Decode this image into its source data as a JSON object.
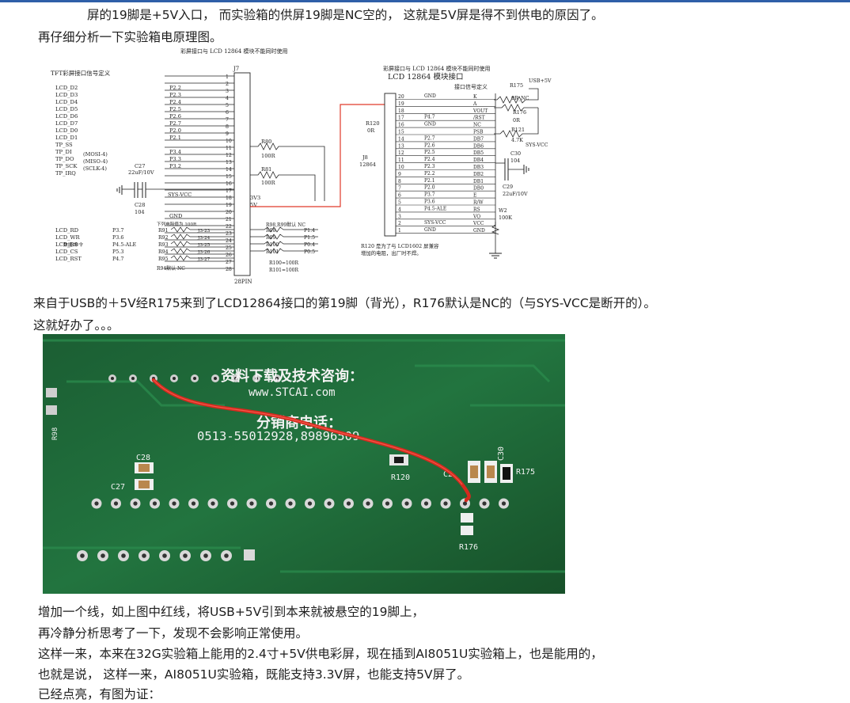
{
  "text": {
    "line1": "屏的19脚是+5V入口，  而实验箱的供屏19脚是NC空的，  这就是5V屏是得不到供电的原因了。",
    "line2": "再仔细分析一下实验箱电原理图。",
    "line3": "来自于USB的＋5V经R175来到了LCD12864接口的第19脚（背光），R176默认是NC的（与SYS-VCC是断开的）。",
    "line4": "这就好办了。。。",
    "line5": "增加一个线，如上图中红线，将USB+5V引到本来就被悬空的19脚上，",
    "line6": "再冷静分析思考了一下，发现不会影响正常使用。",
    "line7": "这样一来，本来在32G实验箱上能用的2.4寸+5V供电彩屏，现在插到AI8051U实验箱上，也是能用的，",
    "line8": "也就是说，  这样一来，AI8051U实验箱，既能支持3.3V屏，也能支持5V屏了。",
    "line9": "已经点亮，有图为证："
  },
  "schematic": {
    "title_left": "彩屏接口与 LCD 12864 模块不能同时使用",
    "title_right": "彩屏接口与 LCD 12864 模块不能同时使用",
    "tft_def": "TFT彩屏接口信号定义",
    "lcd_name": "LCD 12864 模块接口",
    "lcd_def": "接口信号定义",
    "j7": "J7",
    "j7_pin": "28PIN",
    "j8": "J8",
    "j8_sub": "12864",
    "r80": "R80",
    "r80v": "100R",
    "r81": "R81",
    "r81v": "100R",
    "c27": "C27",
    "c27v": "22uF/10V",
    "c28": "C28",
    "c28v": "104",
    "sysvcc": "SYS-VCC",
    "v3": "3V3",
    "v5": "5V",
    "gnd": "GND",
    "r120": "R120",
    "r120v": "0R",
    "note_r98": "R98,R99默认 NC",
    "note_pull": "下列电阻值为 100R",
    "note_r94": "R94默认 NC",
    "note_r100": "R100=100R",
    "note_r101": "R101=100R",
    "note_r120a": "R120 是为了与 LCD1602 屏兼容",
    "note_r120b": "增加的电阻，出厂时不焊。",
    "r175": "R175",
    "usb5v": "USB+5V",
    "r175v": "0R_NC",
    "r176": "R176",
    "r176v": "0R",
    "r121": "R121",
    "r121v": "4.7K",
    "sysvcc2": "SYS-VCC",
    "c30": "C30",
    "c30v": "104",
    "c29": "C29",
    "c29v": "22uF/10V",
    "w2": "W2",
    "w2v": "100K",
    "lcd_signals": [
      "LCD_D2",
      "LCD_D3",
      "LCD_D4",
      "LCD_D5",
      "LCD_D6",
      "LCD_D7",
      "LCD_D0",
      "LCD_D1",
      "TP_SS",
      "TP_DI",
      "TP_DO",
      "TP_SCK",
      "TP_IRQ"
    ],
    "tp_extra": [
      "(MOSI-4)",
      "(MISO-4)",
      "(SCLK-4)"
    ],
    "port_left": [
      "P2.2",
      "P2.3",
      "P2.4",
      "P2.5",
      "P2.6",
      "P2.7",
      "P2.0",
      "P2.1",
      "",
      "P3.4",
      "P3.3",
      "P3.2"
    ],
    "j7_pins": [
      "1",
      "2",
      "3",
      "4",
      "5",
      "6",
      "7",
      "8",
      "9",
      "10",
      "11",
      "12",
      "13",
      "14",
      "15",
      "16",
      "17",
      "18",
      "19",
      "20",
      "21",
      "22",
      "23",
      "24",
      "25",
      "26",
      "27",
      "28"
    ],
    "bus_signals": [
      "LCD_RD",
      "LCD_WR",
      "LCD_RS",
      "LCD_CS",
      "LCD_RST"
    ],
    "bus_ports": [
      "P3.7",
      "P3.6",
      "P4.5-ALE",
      "P5.3",
      "P4.7"
    ],
    "bus_res": [
      "R91",
      "R92",
      "R93",
      "R94",
      "R95"
    ],
    "bus_j3": [
      "J3-23",
      "J3-24",
      "J3-25",
      "J3-26",
      "J3-27"
    ],
    "data_cmd": "数据/命令",
    "right_res": [
      "R98",
      "R99",
      "R100",
      "R101"
    ],
    "right_ports": [
      "P1.4",
      "P1.5",
      "P0.4",
      "P0.5"
    ],
    "j8_pins": [
      "20",
      "19",
      "18",
      "17",
      "16",
      "15",
      "14",
      "13",
      "12",
      "11",
      "10",
      "9",
      "8",
      "7",
      "6",
      "5",
      "4",
      "3",
      "2",
      "1"
    ],
    "j8_nets": [
      "GND",
      "",
      "",
      "P4.7",
      "GND",
      "",
      "P2.7",
      "P2.6",
      "P2.5",
      "P2.4",
      "P2.3",
      "P2.2",
      "P2.1",
      "P2.0",
      "P3.7",
      "P3.6",
      "P4.5-ALE",
      "",
      "SYS-VCC",
      "GND"
    ],
    "j8_sigs": [
      "K",
      "A",
      "VOUT",
      "/RST",
      "NC",
      "PSB",
      "DB7",
      "DB6",
      "DB5",
      "DB4",
      "DB3",
      "DB2",
      "DB1",
      "DB0",
      "E",
      "R/W",
      "RS",
      "VO",
      "VCC",
      "GND"
    ]
  },
  "photo": {
    "line1": "资料下载及技术咨询：",
    "line2": "www.STCAI.com",
    "line3": "分销商电话：",
    "line4": "0513-55012928,89896509",
    "c28": "C28",
    "c27": "C27",
    "r120": "R120",
    "r176": "R176",
    "r175": "R175",
    "c30": "C30",
    "c29": "C2",
    "r98": "R98"
  },
  "colors": {
    "accent": "#2f5fa8",
    "pcb": "#1d6b3a",
    "wire": "#d42a1e",
    "schem_red": "#e03a2a"
  }
}
